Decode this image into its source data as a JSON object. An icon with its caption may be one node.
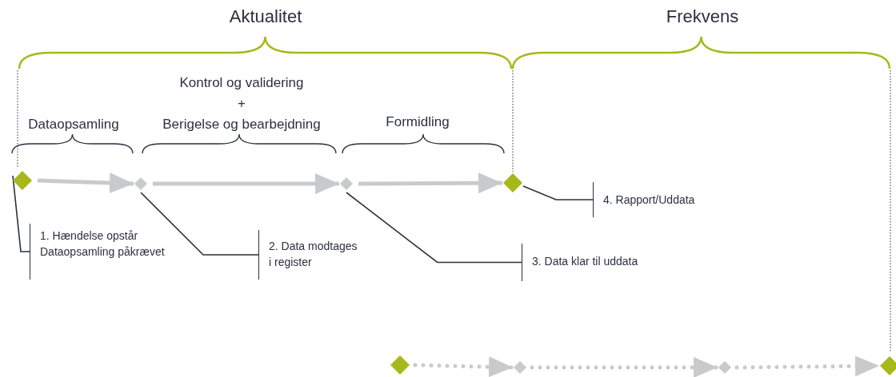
{
  "diagram": {
    "nodes": [
      {
        "text": [],
        "shape": "diamond"
      },
      {
        "text": [],
        "shape": "diamond"
      },
      {
        "text": [],
        "shape": "diamond"
      },
      {
        "text": [],
        "shape": "diamond"
      },
      {
        "text": [
          "1. Hændelse opstår Dataopsamling påkrævet"
        ]
      },
      {
        "text": [
          "2. Data modtages i register"
        ]
      },
      {
        "text": [
          "3. Data klar til uddata"
        ]
      },
      {
        "text": [
          "4. Rapport/Uddata"
        ]
      },
      {
        "text": [],
        "shape": "diamond"
      },
      {
        "text": [],
        "shape": "diamond"
      },
      {
        "text": [],
        "shape": "diamond"
      },
      {
        "text": [],
        "shape": "diamond"
      }
    ],
    "edges": [
      {
        "from": 0,
        "to": 1,
        "arrow": "to"
      },
      {
        "from": 1,
        "to": 2,
        "arrow": "to"
      },
      {
        "from": 2,
        "to": 3,
        "arrow": "to"
      },
      {
        "from": 4,
        "to": 0,
        "arrow": "none",
        "color": "#2b3040"
      },
      {
        "from": 5,
        "to": 1,
        "arrow": "none",
        "color": "#2b3040"
      },
      {
        "from": 6,
        "to": 2,
        "arrow": "none",
        "color": "#2b3040"
      },
      {
        "from": 7,
        "to": 3,
        "arrow": "none",
        "color": "#2b3040"
      },
      {
        "from": 8,
        "to": 9,
        "arrow": "to",
        "style": "dashed"
      },
      {
        "from": 9,
        "to": 10,
        "arrow": "to",
        "style": "dashed"
      },
      {
        "from": 10,
        "to": 11,
        "arrow": "to",
        "style": "dashed"
      }
    ],
    "labels": [
      "Aktualitet",
      "Frekvens",
      "Kontrol og validering",
      "+",
      "Dataopsamling",
      "Berigelse og bearbejdning",
      "Formidling"
    ]
  }
}
